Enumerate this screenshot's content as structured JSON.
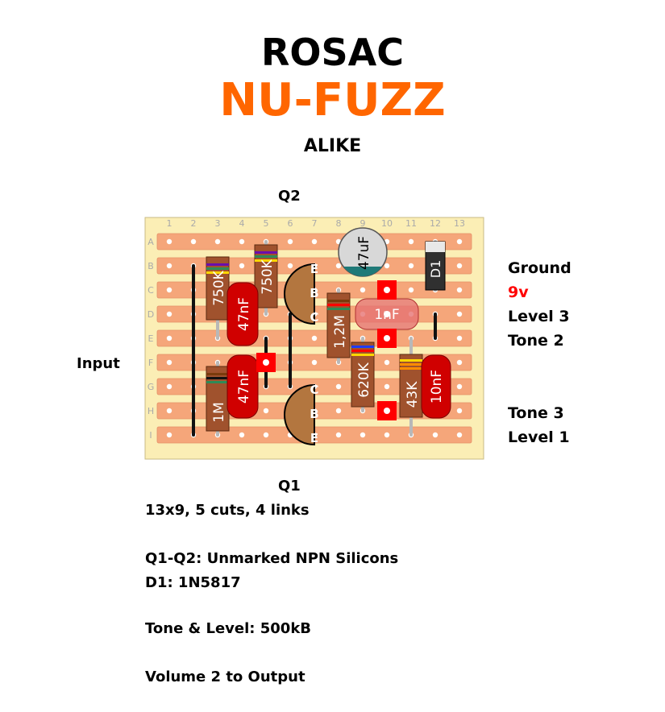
{
  "title": {
    "brand": "ROSAC",
    "model": "NU-FUZZ",
    "subtitle": "ALIKE"
  },
  "colors": {
    "model": "#ff6600",
    "power": "#ff0000",
    "strip": "#f5a67a",
    "board": "#fbeeb5",
    "resistor": "#a0522d",
    "capacitor": "#d00000",
    "cut": "#ff0000"
  },
  "board": {
    "columns": [
      "1",
      "2",
      "3",
      "4",
      "5",
      "6",
      "7",
      "8",
      "9",
      "10",
      "11",
      "12",
      "13"
    ],
    "rows": [
      "A",
      "B",
      "C",
      "D",
      "E",
      "F",
      "G",
      "H",
      "I"
    ]
  },
  "transistors": {
    "top": {
      "label": "Q2",
      "pins": [
        "E",
        "B",
        "C"
      ]
    },
    "bottom": {
      "label": "Q1",
      "pins": [
        "C",
        "B",
        "E"
      ]
    }
  },
  "components": {
    "r1": "750K",
    "r2": "750K",
    "r3": "1M",
    "r4": "1,2M",
    "r5": "620K",
    "r6": "43K",
    "c1": "47nF",
    "c2": "47nF",
    "c3": "1nF",
    "c4": "10nF",
    "c5": "47uF",
    "d1": "D1"
  },
  "labels": {
    "input": "Input",
    "ground": "Ground",
    "power": "9v",
    "level3": "Level 3",
    "tone2": "Tone 2",
    "tone3": "Tone 3",
    "level1": "Level 1"
  },
  "notes": {
    "layout": "13x9, 5 cuts, 4 links",
    "transistors": "Q1-Q2: Unmarked NPN Silicons",
    "diode": "D1: 1N5817",
    "pots": "Tone & Level: 500kB",
    "volume": "Volume 2 to Output"
  }
}
